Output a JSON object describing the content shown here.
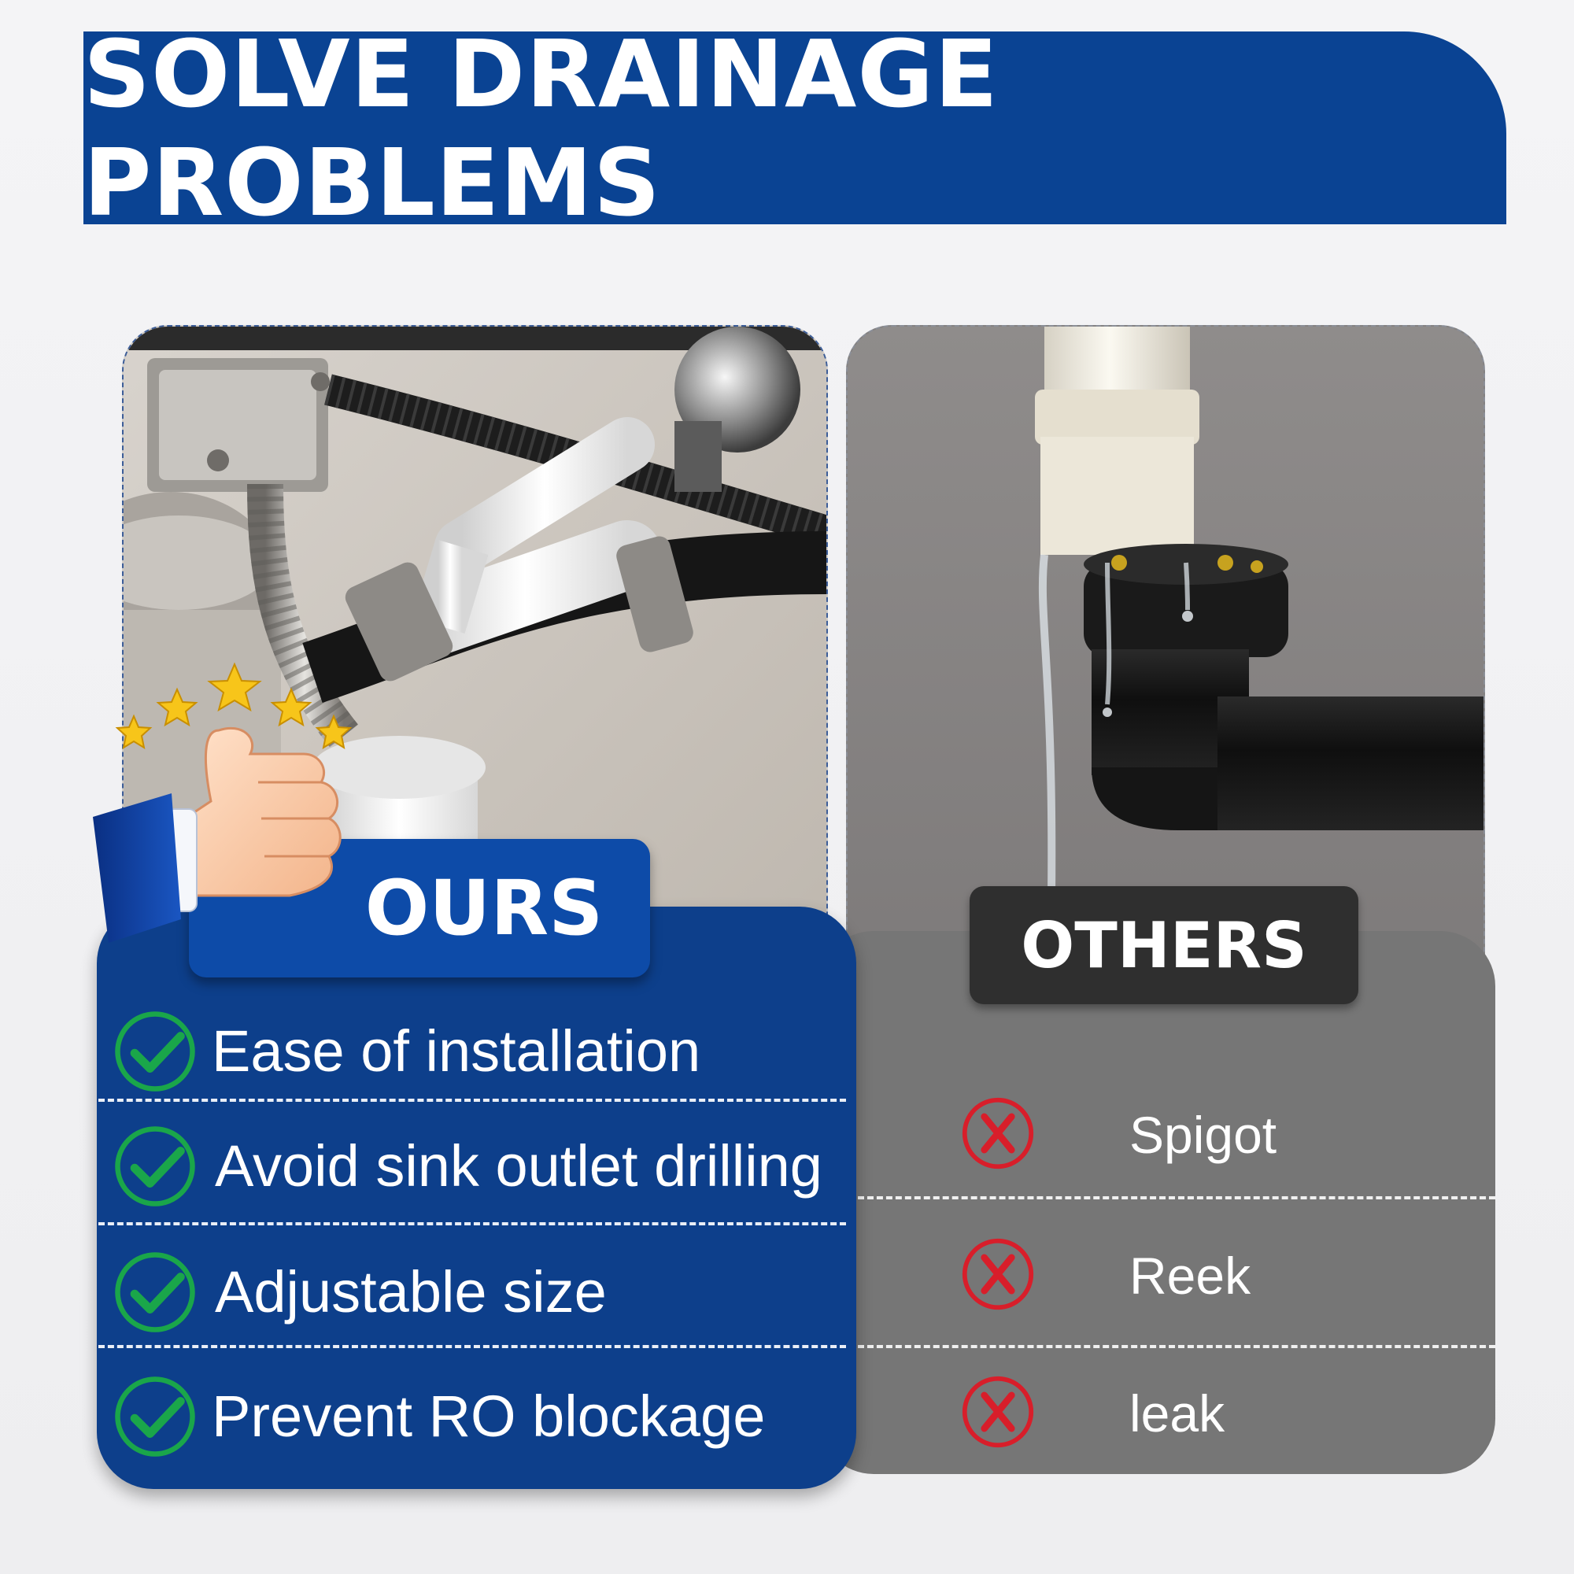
{
  "title": "SOLVE DRAINAGE PROBLEMS",
  "ours": {
    "label": "OURS",
    "features": [
      "Ease of installation",
      "Avoid sink outlet drilling",
      "Adjustable size",
      "Prevent RO blockage"
    ],
    "rating_stars": 5
  },
  "others": {
    "label": "OTHERS",
    "issues": [
      "Spigot",
      "Reek",
      "leak"
    ]
  },
  "icons": {
    "feature": "check-icon",
    "issue": "x-icon",
    "badge": "thumbs-up-icon",
    "rating": "star-icon"
  },
  "colors": {
    "brand_blue": "#0a4393",
    "ours_panel": "#0d3f8b",
    "others_panel": "#767676",
    "others_label": "#2f2f2f",
    "check_green": "#1aa64a",
    "x_red": "#d81e2a",
    "star_yellow": "#f7c51a"
  }
}
